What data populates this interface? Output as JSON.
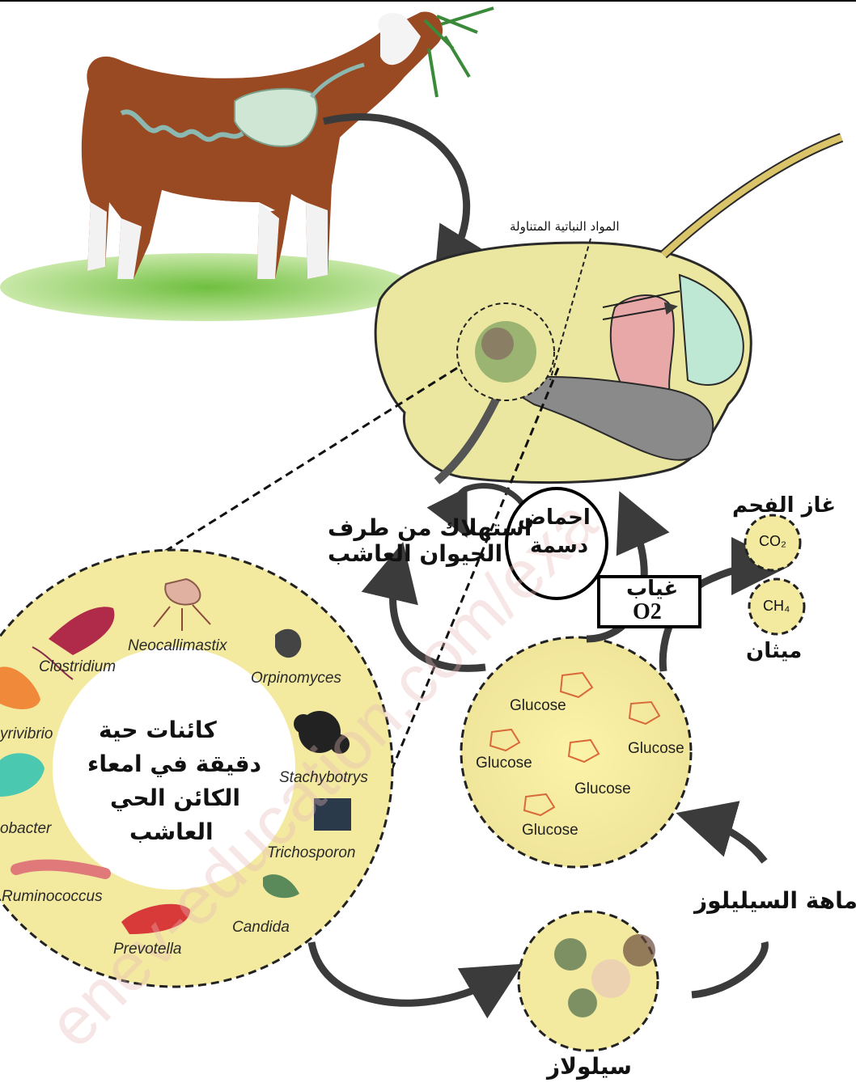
{
  "labels": {
    "plant_material": "المواد النباتية المتناولة",
    "consumption_line1": "استهلاك من طرف",
    "consumption_line2": "الحيوان العاشب",
    "fatty_acids_line1": "احماض",
    "fatty_acids_line2": "دسمة",
    "no_oxygen_line1": "غياب",
    "no_oxygen_line2": "O2",
    "co2_name": "غاز الفحم",
    "co2_formula": "CO₂",
    "ch4_formula": "CH₄",
    "ch4_name": "ميثان",
    "cellulose_hydrolysis": "اماهة السيليلوز",
    "cellulase": "سيلولاز",
    "microbes_center_line1": "كائنات حية",
    "microbes_center_line2": "دقيقة في امعاء",
    "microbes_center_line3": "الكائن الحي",
    "microbes_center_line4": "العاشب"
  },
  "microorganisms": {
    "clostridium": "Clostridium",
    "neocallimastix": "Neocallimastix",
    "orpinomyces": "Orpinomyces",
    "butyrivibrio": "yrivibrio",
    "stachybotrys": "Stachybotrys",
    "fibrobacter": "obacter",
    "trichosporon": "Trichosporon",
    "ruminococcus": "Ruminococcus",
    "candida": "Candida",
    "prevotella": "Prevotella"
  },
  "glucose": {
    "g1": "Glucose",
    "g2": "Glucose",
    "g3": "Glucose",
    "g4": "Glucose",
    "g5": "Glucose"
  },
  "watermark": "enev-education.com/exa",
  "colors": {
    "circle_fill": "#f3eaa0",
    "rumen_fill": "#ebe7a0",
    "goat_brown": "#9a4a22",
    "arrow": "#3b3b3b"
  }
}
